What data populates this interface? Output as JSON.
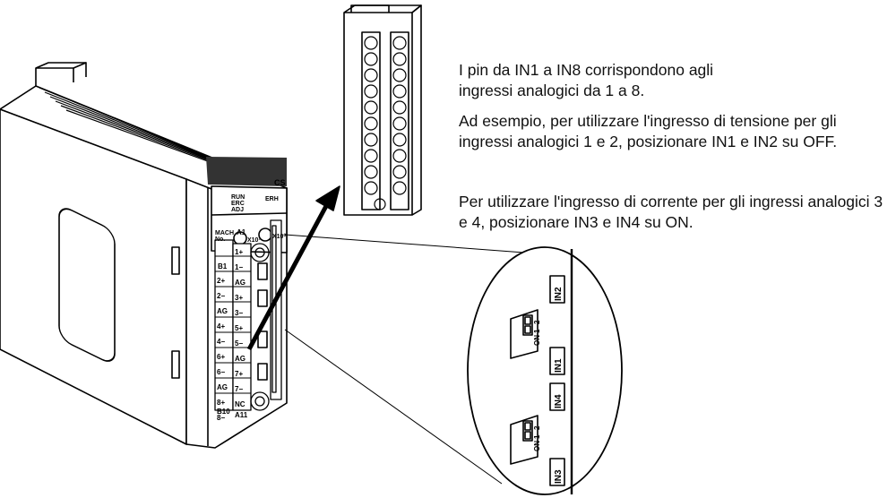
{
  "description": {
    "p1": "I pin da IN1 a IN8 corrispondono agli ingressi analogici da 1 a 8.",
    "p2": "Ad esempio, per utilizzare l'ingresso di tensione per gli ingressi analogici 1 e 2, posizionare IN1 e IN2 su OFF.",
    "p3": "Per utilizzare l'ingresso di corrente per gli ingressi analogici 3 e 4, posizionare IN3 e IN4 su ON."
  },
  "module": {
    "model_label": "CS",
    "indicators": [
      "RUN",
      "ERC",
      "ADJ"
    ],
    "err_label": "ERH",
    "mach_label": "MACH",
    "no_label": "No.",
    "x10_label": "X10¹",
    "x1_label": "X10⁰",
    "terminal_top": "A1",
    "terminal_bottom": "A11",
    "terminal_b_top": "B1",
    "terminal_b_bottom": "B10",
    "left_column": [
      "1+",
      "1−",
      "AG",
      "3+",
      "3−",
      "5+",
      "5−",
      "AG",
      "7+",
      "7−",
      "NC"
    ],
    "right_column": [
      "2+",
      "2−",
      "AG",
      "4+",
      "4−",
      "6+",
      "6−",
      "AG",
      "8+",
      "8−"
    ]
  },
  "zoom": {
    "switch_labels": [
      "IN2",
      "IN1",
      "IN4",
      "IN3"
    ],
    "switch_marks": [
      "ON",
      "1",
      "2"
    ]
  }
}
